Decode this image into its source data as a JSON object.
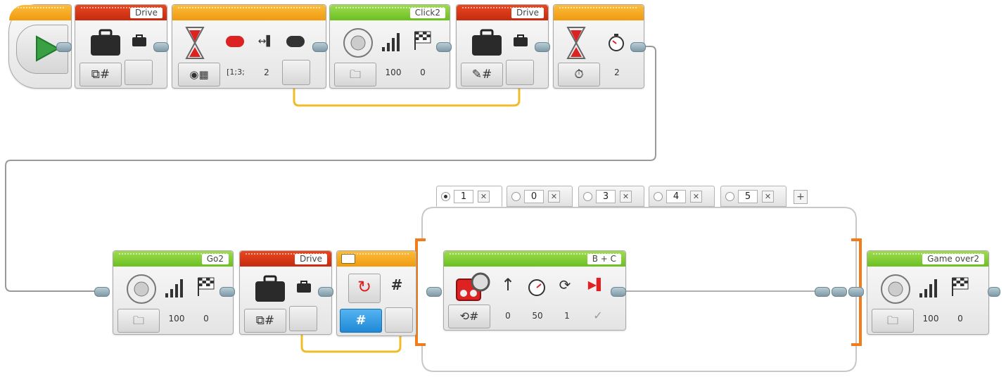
{
  "blocks": {
    "drive1": {
      "label": "Drive"
    },
    "click2": {
      "label": "Click2",
      "volume": "100",
      "play_type": "0"
    },
    "drive2": {
      "label": "Drive"
    },
    "wait_timer": {
      "time": "2"
    },
    "compare": {
      "values": "[1;3;",
      "param": "2"
    },
    "go2": {
      "label": "Go2",
      "volume": "100",
      "play_type": "0"
    },
    "drive3": {
      "label": "Drive"
    },
    "loop_counter": {
      "symbol": "#",
      "mode_symbol": "#"
    },
    "move_tank": {
      "label": "B + C",
      "p1": "0",
      "p2": "50",
      "p3": "1"
    },
    "game_over": {
      "label": "Game over2",
      "volume": "100",
      "play_type": "0"
    }
  },
  "switch_cases": [
    {
      "value": "1",
      "selected": true,
      "close": "✕"
    },
    {
      "value": "0",
      "selected": false,
      "close": "✕"
    },
    {
      "value": "3",
      "selected": false,
      "close": "✕"
    },
    {
      "value": "4",
      "selected": false,
      "close": "✕"
    },
    {
      "value": "5",
      "selected": false,
      "close": "✕"
    }
  ],
  "add_case": "+",
  "colors": {
    "drive_header": "#d23716",
    "flow_header": "#f4a420",
    "sound_header": "#7ccb2e",
    "wire": "#f0bd2a",
    "switch_bracket": "#f07c1c"
  }
}
